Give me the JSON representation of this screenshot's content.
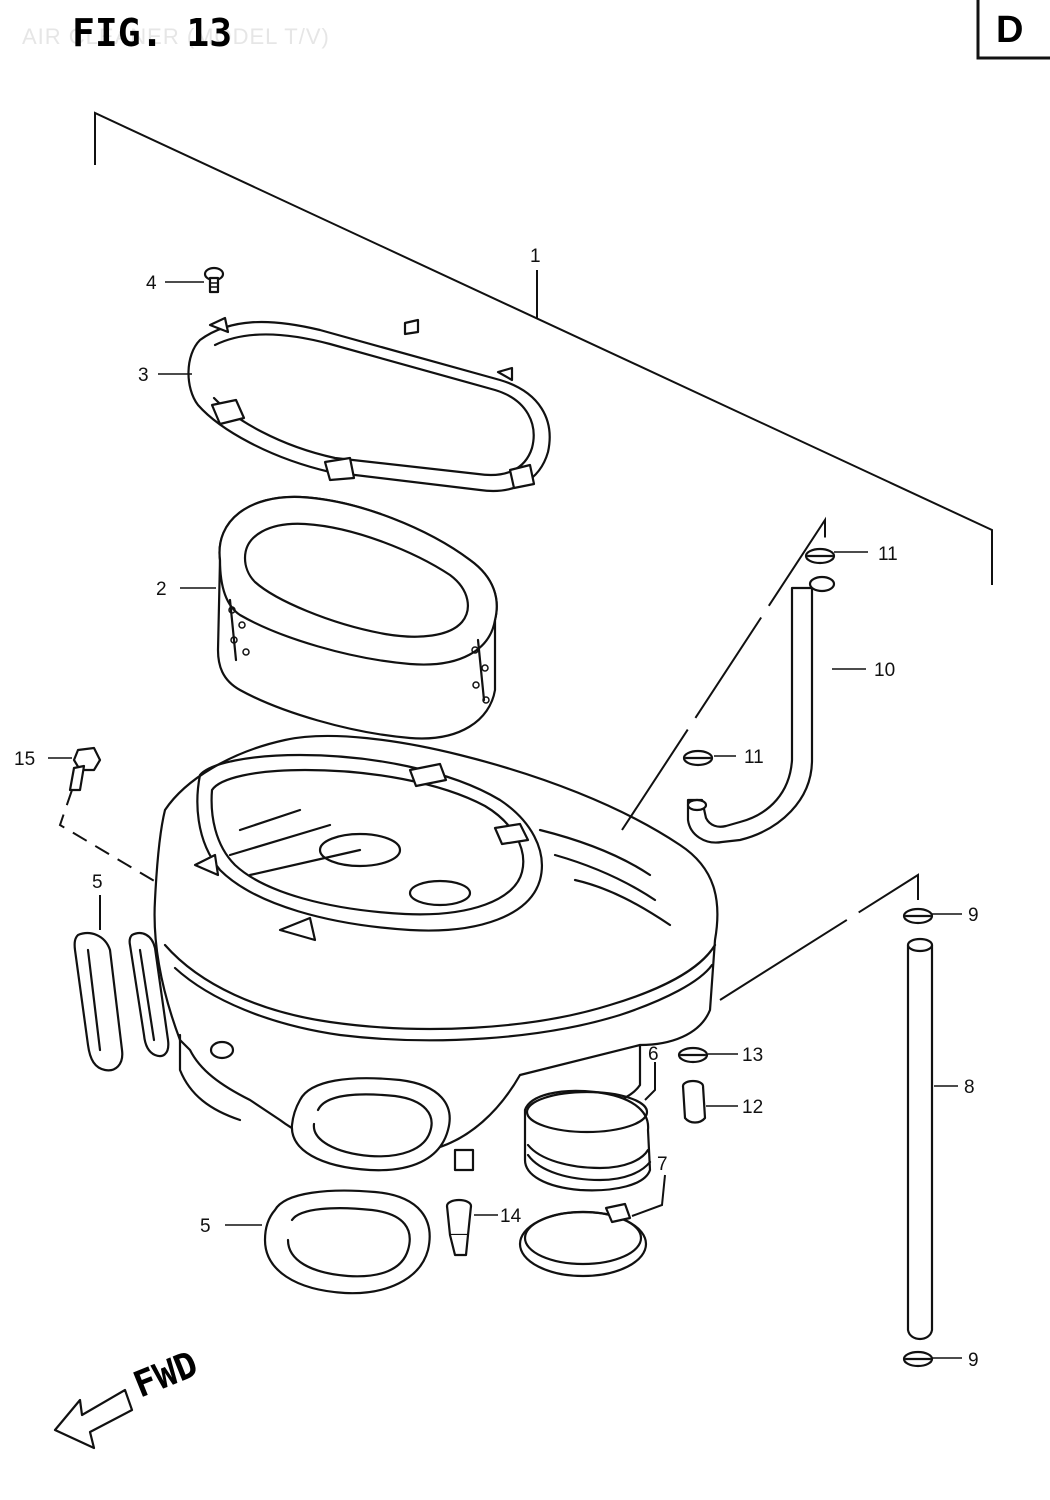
{
  "header": {
    "figure_title": "FIG. 13",
    "ghost_caption": "AIR CLEANER (MODEL T/V)",
    "section_badge": "D"
  },
  "direction_label": "FWD",
  "callouts": {
    "c1": "1",
    "c2": "2",
    "c3": "3",
    "c4": "4",
    "c5a": "5",
    "c5b": "5",
    "c6": "6",
    "c7": "7",
    "c8": "8",
    "c9a": "9",
    "c9b": "9",
    "c10": "10",
    "c11a": "11",
    "c11b": "11",
    "c12": "12",
    "c13": "13",
    "c14": "14",
    "c15": "15"
  },
  "colors": {
    "line": "#111111",
    "paper": "#ffffff"
  }
}
